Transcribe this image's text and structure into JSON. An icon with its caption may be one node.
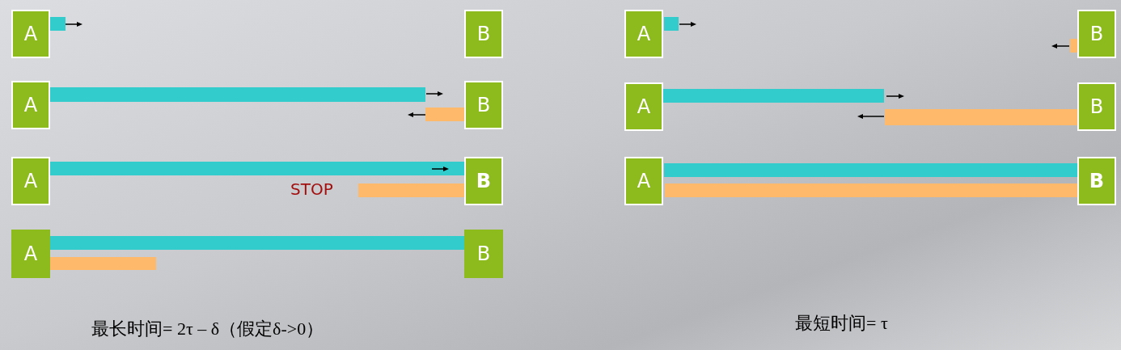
{
  "diagram": {
    "nodes": [
      {
        "text": [
          "A"
        ]
      },
      {
        "text": [
          "B"
        ]
      },
      {
        "text": [
          "A"
        ]
      },
      {
        "text": [
          "B"
        ]
      },
      {
        "text": [
          "A"
        ]
      },
      {
        "text": [
          "B"
        ]
      },
      {
        "text": [
          "A"
        ]
      },
      {
        "text": [
          "B"
        ]
      },
      {
        "text": [
          "A"
        ]
      },
      {
        "text": [
          "B"
        ]
      },
      {
        "text": [
          "A"
        ]
      },
      {
        "text": [
          "B"
        ]
      },
      {
        "text": [
          "A"
        ]
      },
      {
        "text": [
          "B"
        ]
      },
      {
        "text": [],
        "shape": "bar"
      },
      {
        "text": [],
        "shape": "bar"
      },
      {
        "text": [],
        "shape": "bar"
      },
      {
        "text": [],
        "shape": "bar"
      },
      {
        "text": [],
        "shape": "bar"
      },
      {
        "text": [],
        "shape": "bar"
      },
      {
        "text": [],
        "shape": "bar"
      },
      {
        "text": [],
        "shape": "bar"
      },
      {
        "text": [],
        "shape": "bar"
      },
      {
        "text": [],
        "shape": "bar"
      },
      {
        "text": [],
        "shape": "bar"
      },
      {
        "text": [],
        "shape": "bar"
      },
      {
        "text": [],
        "shape": "bar"
      }
    ],
    "labels": [
      "STOP",
      "最长时间= 2τ – δ（假定δ->0）",
      "最短时间= τ"
    ]
  }
}
